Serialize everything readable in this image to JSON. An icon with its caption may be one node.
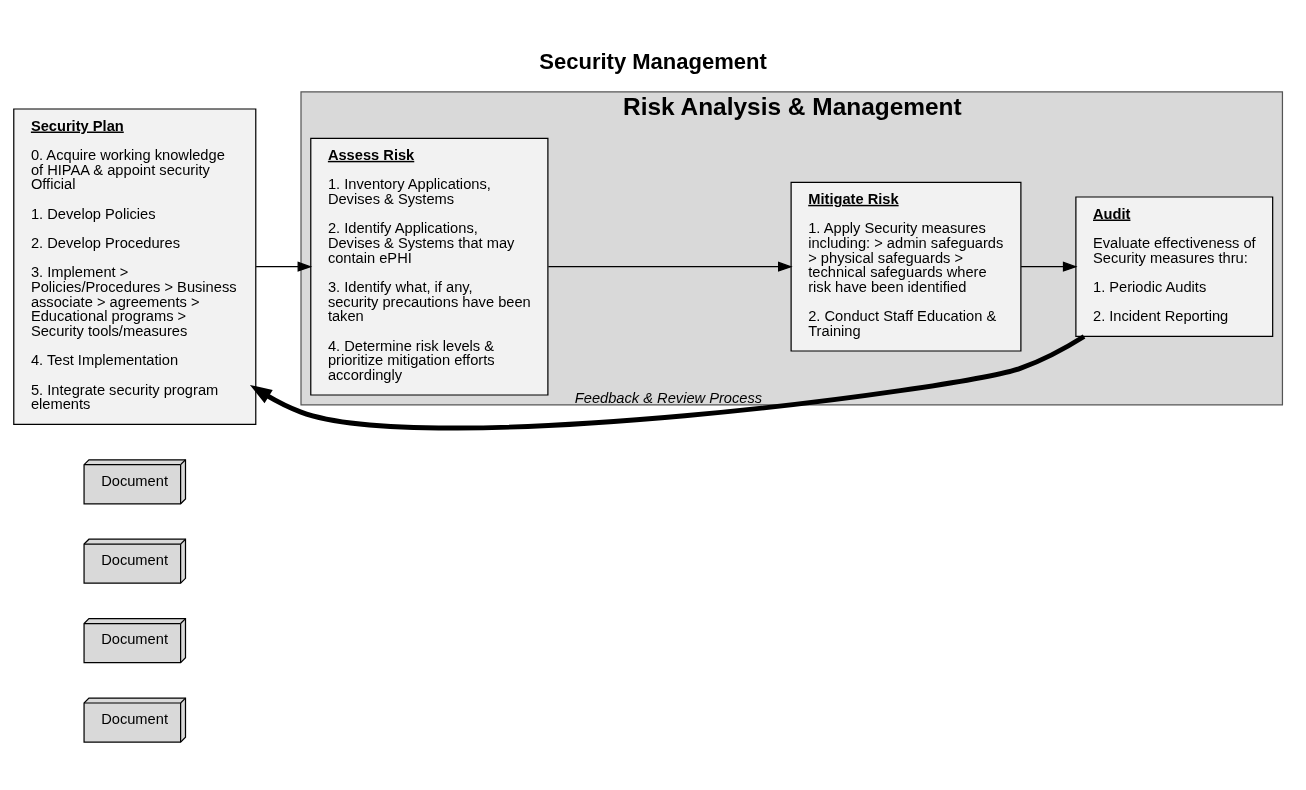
{
  "diagram": {
    "title": "Security Management",
    "nodes": [
      {
        "text": [
          "Document"
        ]
      },
      {
        "text": [
          "Document"
        ]
      },
      {
        "text": [
          "Document"
        ]
      },
      {
        "text": [
          "Document"
        ]
      },
      {
        "text": [
          "Security Plan",
          "0. Acquire working knowledge of HIPAA & appoint security Official",
          "1. Develop Policies",
          "2. Develop Procedures",
          "3. Implement > Policies/Procedures > Business associate > agreements > Educational programs > Security tools/measures",
          "4. Test Implementation",
          "5. Integrate security program elements"
        ]
      },
      {
        "text": [
          "Risk Analysis & Management"
        ]
      },
      {
        "text": [
          "Assess Risk",
          "1. Inventory Applications, Devises & Systems",
          "2. Identify Applications, Devises & Systems that may contain ePHI",
          "3. Identify what, if any, security precautions have been taken",
          "4. Determine risk levels & prioritize mitigation efforts accordingly"
        ],
        "in": 5
      },
      {
        "text": [
          "Mitigate Risk",
          "1. Apply Security measures including: > admin safeguards > physical safeguards > technical safeguards where risk have been identified",
          "2. Conduct Staff Education & Training"
        ],
        "in": 5
      },
      {
        "text": [
          "Audit",
          "Evaluate effectiveness of Security measures thru:",
          "1. Periodic Audits",
          "2. Incident Reporting"
        ],
        "in": 5
      }
    ],
    "edges": [
      {
        "from": 4,
        "to": 6,
        "arrow": "to"
      },
      {
        "from": 6,
        "to": 7,
        "arrow": "to"
      },
      {
        "from": 7,
        "to": 8,
        "arrow": "to"
      },
      {
        "from": 8,
        "to": 4,
        "arrow": "to",
        "label": "Feedback & Review Process",
        "style": "thick"
      }
    ]
  }
}
